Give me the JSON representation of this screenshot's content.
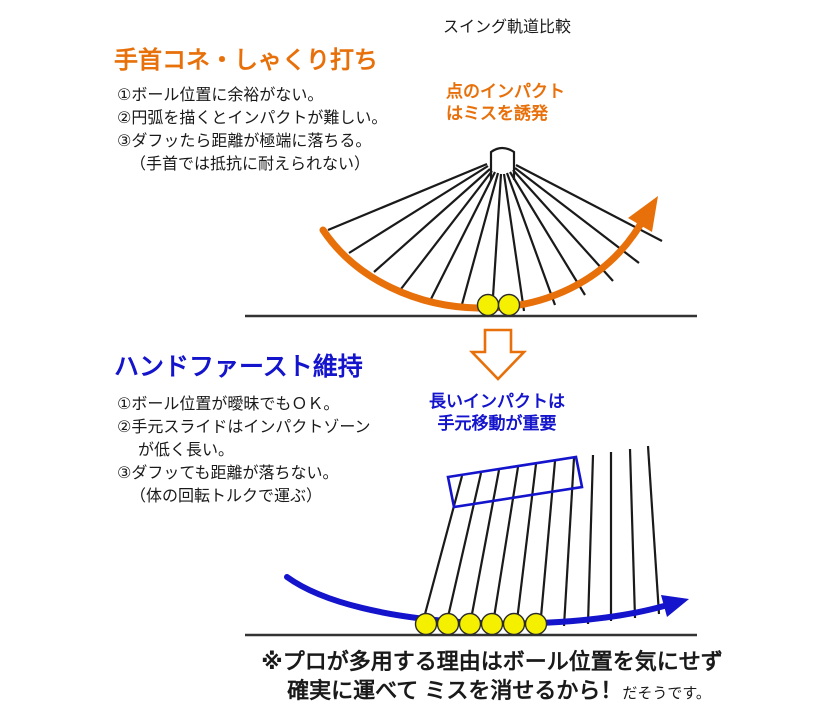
{
  "title": "スイング軌道比較",
  "top_section": {
    "heading": "手首コネ・しゃくり打ち",
    "points": [
      "①ボール位置に余裕がない。",
      "②円弧を描くとインパクトが難しい。",
      "③ダフッたら距離が極端に落ちる。",
      "（手首では抵抗に耐えられない）"
    ],
    "annotation_line1": "点のインパクト",
    "annotation_line2": "はミスを誘発"
  },
  "bottom_section": {
    "heading": "ハンドファースト維持",
    "points": [
      "①ボール位置が曖昧でもＯＫ。",
      "②手元スライドはインパクトゾーン",
      "が低く長い。",
      "③ダフッても距離が落ちない。",
      "（体の回転トルクで運ぶ）"
    ],
    "annotation_line1": "長いインパクトは",
    "annotation_line2": "手元移動が重要"
  },
  "footer": {
    "line1": "※プロが多用する理由はボール位置を気にせず",
    "line2_bold": "確実に運べて ミスを消せるから！",
    "line2_suffix": "だそうです。"
  },
  "colors": {
    "orange_accent": "#e8700a",
    "blue_accent": "#1414cc",
    "ball_yellow": "#f5f000",
    "line_black": "#1a1a1a"
  }
}
